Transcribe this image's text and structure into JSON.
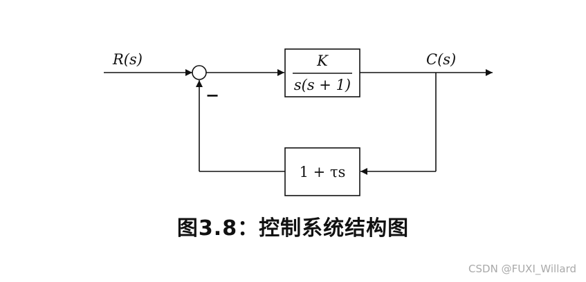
{
  "diagram": {
    "input_label": "R(s)",
    "output_label": "C(s)",
    "minus_sign": "−",
    "forward_block": {
      "numerator": "K",
      "denominator": "s(s + 1)"
    },
    "feedback_block": {
      "label": "1 + τs"
    }
  },
  "caption": "图3.8：控制系统结构图",
  "watermark": "CSDN @FUXI_Willard"
}
